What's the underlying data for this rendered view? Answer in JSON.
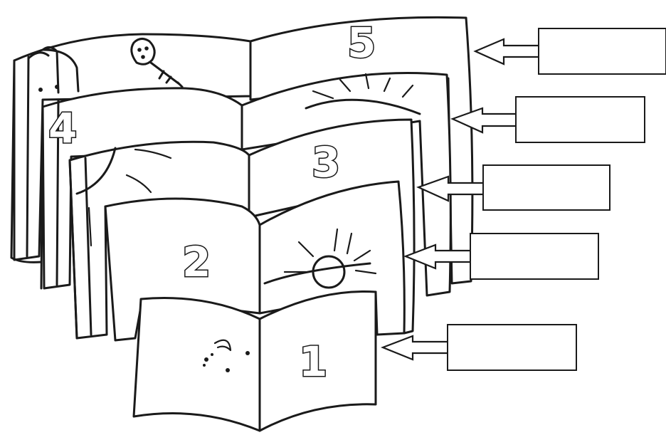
{
  "diagram": {
    "page_numbers": [
      "1",
      "2",
      "3",
      "4",
      "5"
    ],
    "label_boxes": [
      "",
      "",
      "",
      "",
      ""
    ]
  }
}
